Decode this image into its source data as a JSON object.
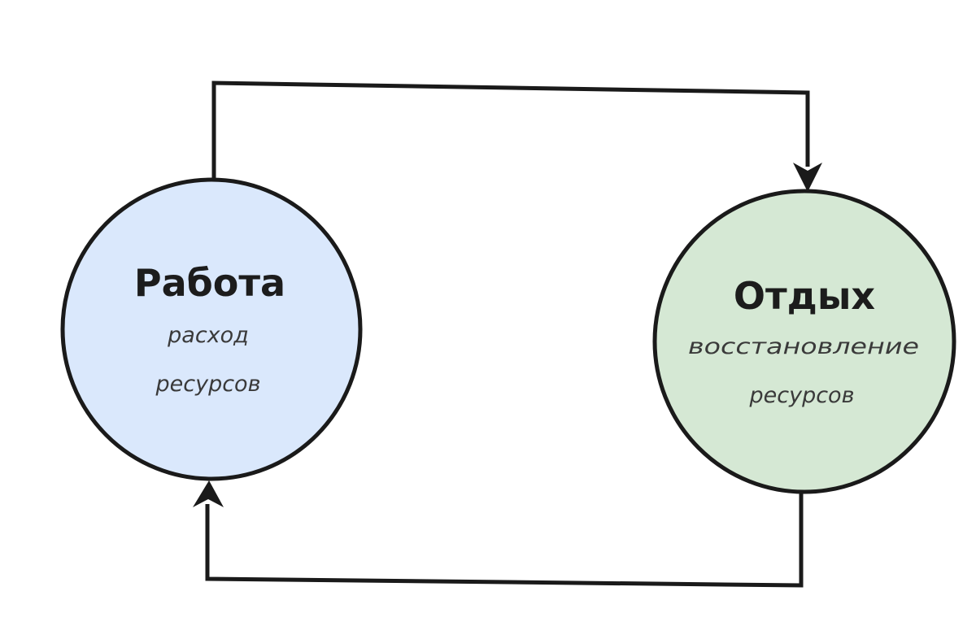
{
  "nodes": {
    "work": {
      "title": "Работа",
      "subtitle_line1": "расход",
      "subtitle_line2": "ресурсов",
      "fill": "#dae8fc"
    },
    "rest": {
      "title": "Отдых",
      "subtitle_line1": "восстановление",
      "subtitle_line2": "ресурсов",
      "fill": "#d5e8d4"
    }
  },
  "edges": [
    {
      "from": "work",
      "to": "rest",
      "route": "top"
    },
    {
      "from": "rest",
      "to": "work",
      "route": "bottom"
    }
  ],
  "colors": {
    "stroke": "#1a1a1a",
    "background": "#ffffff"
  }
}
